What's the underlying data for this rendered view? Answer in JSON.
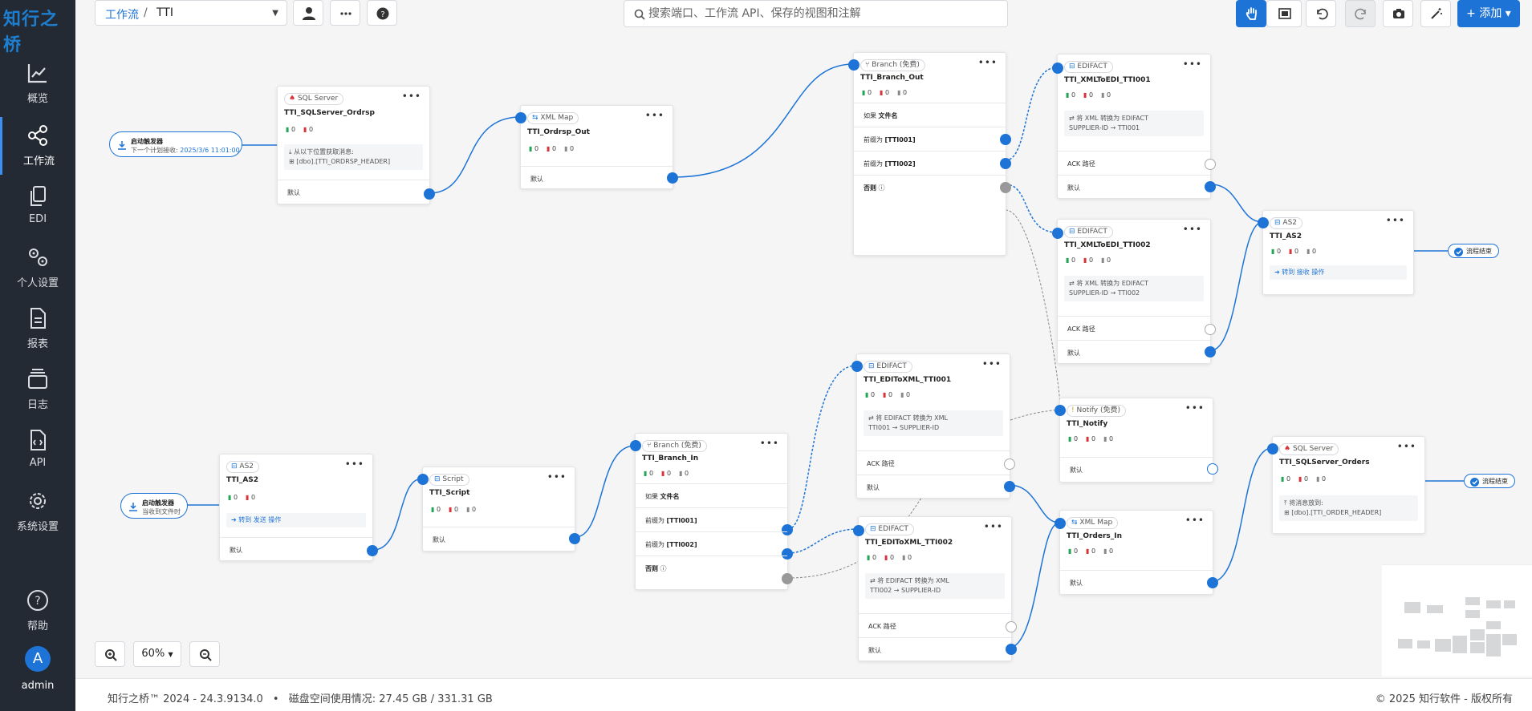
{
  "sidebar": {
    "logo": "知行之桥",
    "items": [
      {
        "label": "概览",
        "icon": "chart-line-icon"
      },
      {
        "label": "工作流",
        "icon": "workflow-icon"
      },
      {
        "label": "EDI",
        "icon": "copy-icon"
      },
      {
        "label": "个人设置",
        "icon": "gears-icon"
      },
      {
        "label": "报表",
        "icon": "report-icon"
      },
      {
        "label": "日志",
        "icon": "log-icon"
      },
      {
        "label": "API",
        "icon": "api-icon"
      },
      {
        "label": "系统设置",
        "icon": "gear-icon"
      },
      {
        "label": "帮助",
        "icon": "help-icon"
      }
    ],
    "user": {
      "initial": "A",
      "name": "admin"
    }
  },
  "header": {
    "breadcrumb_root": "工作流",
    "breadcrumb_sep": "/",
    "breadcrumb_current": "TTI",
    "search_placeholder": "搜索端口、工作流 API、保存的视图和注解",
    "add_label": "+ 添加",
    "add_caret": "▾"
  },
  "canvas": {
    "triggers": [
      {
        "title": "启动触发器",
        "subtitle": "下一个计划接收:",
        "value": "2025/3/6 11:01:00"
      },
      {
        "title": "启动触发器",
        "subtitle": "当收到文件时",
        "value": ""
      }
    ],
    "end_label": "流程结束",
    "default_label": "默认",
    "ack_label": "ACK 路径",
    "if_label": "如果",
    "filename_label": "文件名",
    "else_label": "否则",
    "prefix_label": "前缀为",
    "nodes": {
      "sqlserver_ordrsp": {
        "type": "SQL Server",
        "title": "TTI_SQLServer_Ordrsp",
        "counts": [
          "0",
          "0"
        ],
        "info1": "从以下位置获取消息:",
        "info2": "[dbo].[TTI_ORDRSP_HEADER]"
      },
      "xmlmap_ordrsp": {
        "type": "XML Map",
        "title": "TTI_Ordrsp_Out",
        "counts": [
          "0",
          "0",
          "0"
        ]
      },
      "branch_out": {
        "type": "Branch (免费)",
        "title": "TTI_Branch_Out",
        "counts": [
          "0",
          "0",
          "0"
        ],
        "case1": "[TTI001]",
        "case2": "[TTI002]"
      },
      "xml2edi_001": {
        "type": "EDIFACT",
        "title": "TTI_XMLToEDI_TTI001",
        "counts": [
          "0",
          "0",
          "0"
        ],
        "info1": "将 XML 转换为 EDIFACT",
        "info2": "SUPPLIER-ID → TTI001"
      },
      "xml2edi_002": {
        "type": "EDIFACT",
        "title": "TTI_XMLToEDI_TTI002",
        "counts": [
          "0",
          "0",
          "0"
        ],
        "info1": "将 XML 转换为 EDIFACT",
        "info2": "SUPPLIER-ID → TTI002"
      },
      "as2_out": {
        "type": "AS2",
        "title": "TTI_AS2",
        "counts": [
          "0",
          "0",
          "0"
        ],
        "link": "➜ 转到 接收 操作"
      },
      "as2_in": {
        "type": "AS2",
        "title": "TTI_AS2",
        "counts": [
          "0",
          "0"
        ],
        "link": "➜ 转到 发送 操作"
      },
      "script": {
        "type": "Script",
        "title": "TTI_Script",
        "counts": [
          "0",
          "0",
          "0"
        ]
      },
      "branch_in": {
        "type": "Branch (免费)",
        "title": "TTI_Branch_In",
        "counts": [
          "0",
          "0",
          "0"
        ],
        "case1": "[TTI001]",
        "case2": "[TTI002]"
      },
      "edi2xml_001": {
        "type": "EDIFACT",
        "title": "TTI_EDIToXML_TTI001",
        "counts": [
          "0",
          "0",
          "0"
        ],
        "info1": "将 EDIFACT 转换为 XML",
        "info2": "TTI001 → SUPPLIER-ID"
      },
      "edi2xml_002": {
        "type": "EDIFACT",
        "title": "TTI_EDIToXML_TTI002",
        "counts": [
          "0",
          "0",
          "0"
        ],
        "info1": "将 EDIFACT 转换为 XML",
        "info2": "TTI002 → SUPPLIER-ID"
      },
      "notify": {
        "type": "Notify (免费)",
        "title": "TTI_Notify",
        "counts": [
          "0",
          "0",
          "0"
        ]
      },
      "xmlmap_orders": {
        "type": "XML Map",
        "title": "TTI_Orders_In",
        "counts": [
          "0",
          "0",
          "0"
        ]
      },
      "sqlserver_orders": {
        "type": "SQL Server",
        "title": "TTI_SQLServer_Orders",
        "counts": [
          "0",
          "0",
          "0"
        ],
        "info1": "将消息放到:",
        "info2": "[dbo].[TTI_ORDER_HEADER]"
      }
    }
  },
  "zoom": {
    "level": "60%"
  },
  "footer": {
    "version": "知行之桥™ 2024 - 24.3.9134.0",
    "bullet": "•",
    "disk": "磁盘空间使用情况:  27.45 GB / 331.31 GB",
    "copyright": "© 2025 知行软件 - 版权所有"
  }
}
